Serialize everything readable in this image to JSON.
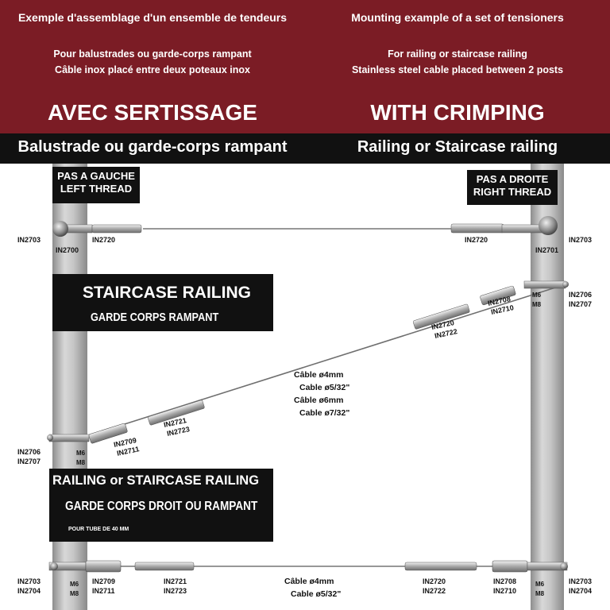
{
  "banner": {
    "fr_title": "Exemple d'assemblage d'un ensemble de tendeurs",
    "en_title": "Mounting  example of a set of tensioners",
    "fr_line1": "Pour balustrades ou garde-corps rampant",
    "fr_line2": "Câble inox placé entre deux poteaux inox",
    "en_line1": "For railing or staircase railing",
    "en_line2": "Stainless steel cable placed between 2 posts",
    "fr_heading": "AVEC SERTISSAGE",
    "en_heading": "WITH CRIMPING",
    "fr_subheading": "Balustrade ou garde-corps rampant",
    "en_subheading": "Railing or Staircase railing"
  },
  "tags": {
    "left_line1": "PAS A GAUCHE",
    "left_line2": "LEFT THREAD",
    "right_line1": "PAS A DROITE",
    "right_line2": "RIGHT THREAD"
  },
  "staircase_panel": {
    "title": "STAIRCASE RAILING",
    "subtitle": "GARDE CORPS RAMPANT"
  },
  "railing_panel": {
    "title": "RAILING or STAIRCASE RAILING",
    "subtitle": "GARDE CORPS DROIT OU RAMPANT",
    "note": "POUR TUBE DE 40 MM"
  },
  "top_row": {
    "left_post_part": "IN2703",
    "left_stud": "IN2700",
    "left_tensioner": "IN2720",
    "right_tensioner": "IN2720",
    "right_stud": "IN2701",
    "right_post_part": "IN2703"
  },
  "diagonal": {
    "right_fitting_1": "IN2706",
    "right_fitting_2": "IN2707",
    "right_thread_1": "M6",
    "right_thread_2": "M8",
    "right_joint_1": "IN2708",
    "right_joint_2": "IN2710",
    "right_tensioner_1": "IN2720",
    "right_tensioner_2": "IN2722",
    "cable_1": "Câble ø4mm",
    "cable_2": "Cable  ø5/32\"",
    "cable_3": "Câble ø6mm",
    "cable_4": "Cable  ø7/32\"",
    "left_tensioner_1": "IN2721",
    "left_tensioner_2": "IN2723",
    "left_joint_1": "IN2709",
    "left_joint_2": "IN2711",
    "left_fitting_1": "IN2706",
    "left_fitting_2": "IN2707",
    "left_thread_1": "M6",
    "left_thread_2": "M8"
  },
  "bottom_row": {
    "left_post_1": "IN2703",
    "left_post_2": "IN2704",
    "left_thread_1": "M6",
    "left_thread_2": "M8",
    "left_joint_1": "IN2709",
    "left_joint_2": "IN2711",
    "left_tensioner_1": "IN2721",
    "left_tensioner_2": "IN2723",
    "cable_1": "Câble ø4mm",
    "cable_2": "Cable  ø5/32\"",
    "right_tensioner_1": "IN2720",
    "right_tensioner_2": "IN2722",
    "right_joint_1": "IN2708",
    "right_joint_2": "IN2710",
    "right_thread_1": "M6",
    "right_thread_2": "M8",
    "right_post_1": "IN2703",
    "right_post_2": "IN2704"
  },
  "colors": {
    "banner": "#7b1c25",
    "bar": "#111111",
    "post": "#b9b9b9"
  }
}
